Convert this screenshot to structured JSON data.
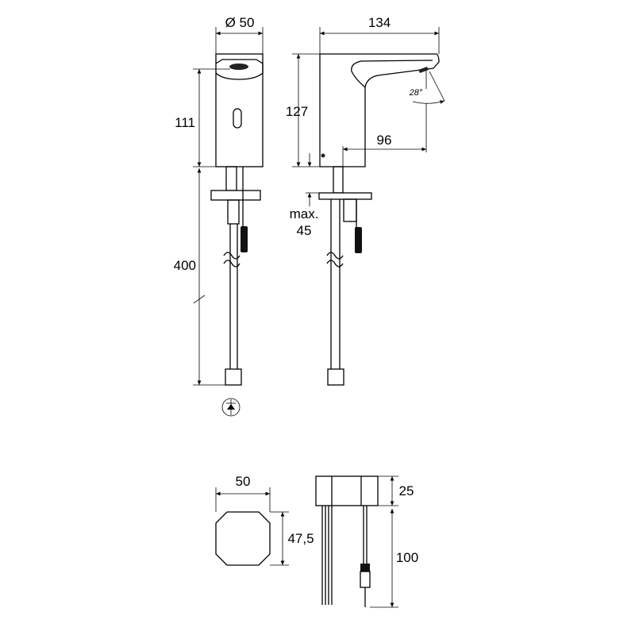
{
  "dimensions": {
    "front_diameter": "Ø 50",
    "front_height": "111",
    "hose_length": "400",
    "side_length": "134",
    "side_height": "127",
    "spout_reach": "96",
    "spout_angle": "28°",
    "max_label": "max.",
    "max_value": "45",
    "box_width": "50",
    "box_depth": "47,5",
    "box_height": "25",
    "cable_length": "100"
  },
  "colors": {
    "line": "#000000",
    "background": "#ffffff"
  }
}
